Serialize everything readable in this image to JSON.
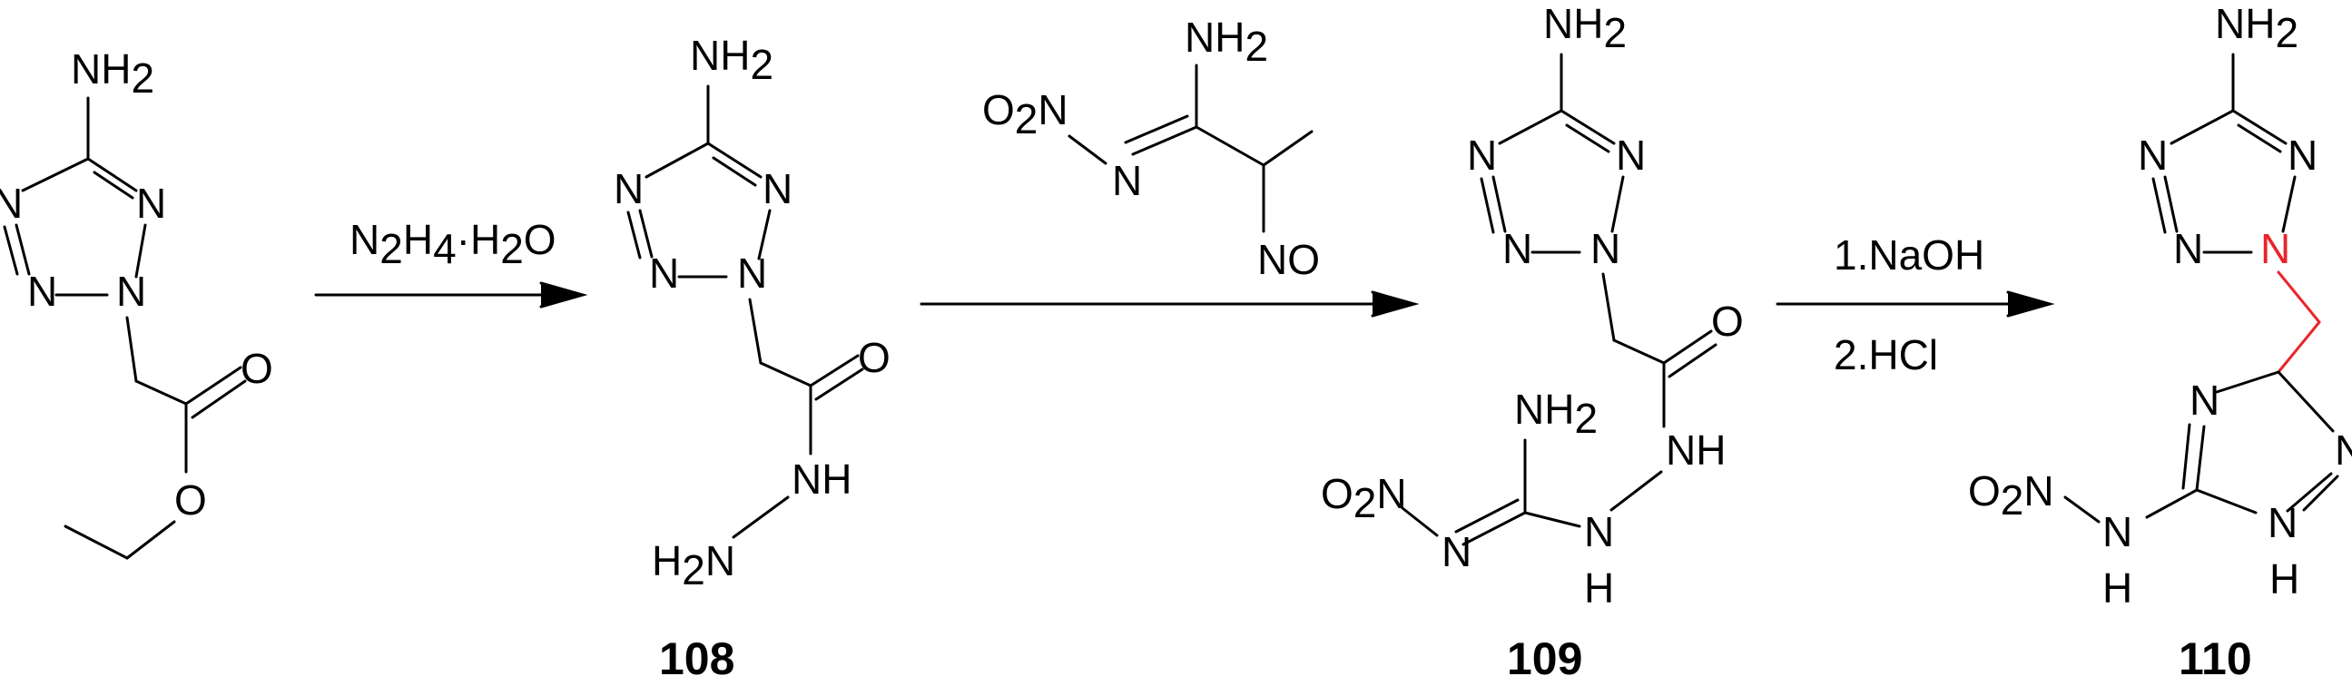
{
  "atoms": {
    "nh2": "NH2",
    "n": "N",
    "o": "O",
    "nh": "NH",
    "h2n": "H2N",
    "o2n": "O2N",
    "no": "NO",
    "h": "H"
  },
  "reagents": {
    "step1": "N2H4·H2O",
    "step3_a": "1.NaOH",
    "step3_b": "2.HCl"
  },
  "compound_labels": {
    "c108": "108",
    "c109": "109",
    "c110": "110"
  },
  "colors": {
    "bond": "#000000",
    "new_bond": "#e8252b"
  }
}
